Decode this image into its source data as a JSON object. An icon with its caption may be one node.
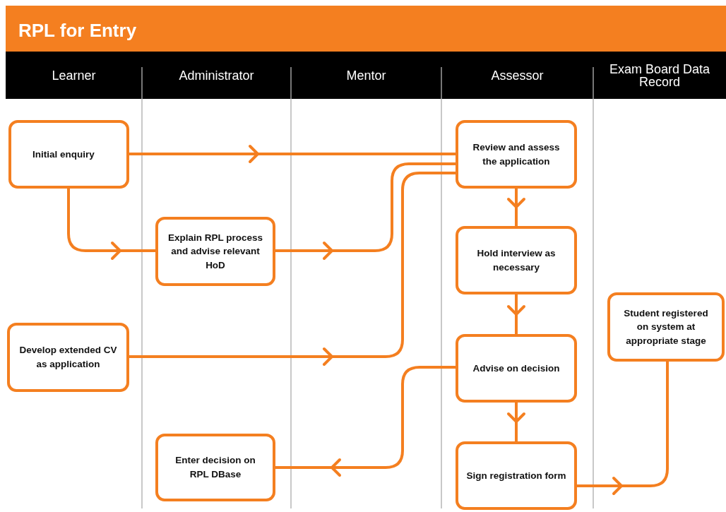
{
  "diagram": {
    "title": "RPL for Entry",
    "nodes": [
      {
        "text": [
          "Initial enquiry"
        ]
      },
      {
        "text": [
          "Explain RPL process and advise relevant HoD"
        ]
      },
      {
        "text": [
          "Develop extended CV as application"
        ]
      },
      {
        "text": [
          "Enter decision on RPL DBase"
        ]
      },
      {
        "text": [
          "Review and assess the application"
        ]
      },
      {
        "text": [
          "Hold interview as necessary"
        ]
      },
      {
        "text": [
          "Advise on decision"
        ]
      },
      {
        "text": [
          "Sign registration form"
        ]
      },
      {
        "text": [
          "Student registered on system at appropriate stage"
        ]
      }
    ],
    "edges": [
      {
        "from": 0,
        "to": 4,
        "arrow": "to"
      },
      {
        "from": 0,
        "to": 1,
        "arrow": "to"
      },
      {
        "from": 1,
        "to": 4,
        "arrow": "to"
      },
      {
        "from": 2,
        "to": 4,
        "arrow": "to"
      },
      {
        "from": 4,
        "to": 5,
        "arrow": "to"
      },
      {
        "from": 5,
        "to": 6,
        "arrow": "to"
      },
      {
        "from": 6,
        "to": 7,
        "arrow": "to"
      },
      {
        "from": 6,
        "to": 3,
        "arrow": "to"
      },
      {
        "from": 7,
        "to": 8,
        "arrow": "to"
      }
    ],
    "labels": [
      "Learner",
      "Administrator",
      "Mentor",
      "Assessor",
      "Exam Board Data Record"
    ]
  }
}
